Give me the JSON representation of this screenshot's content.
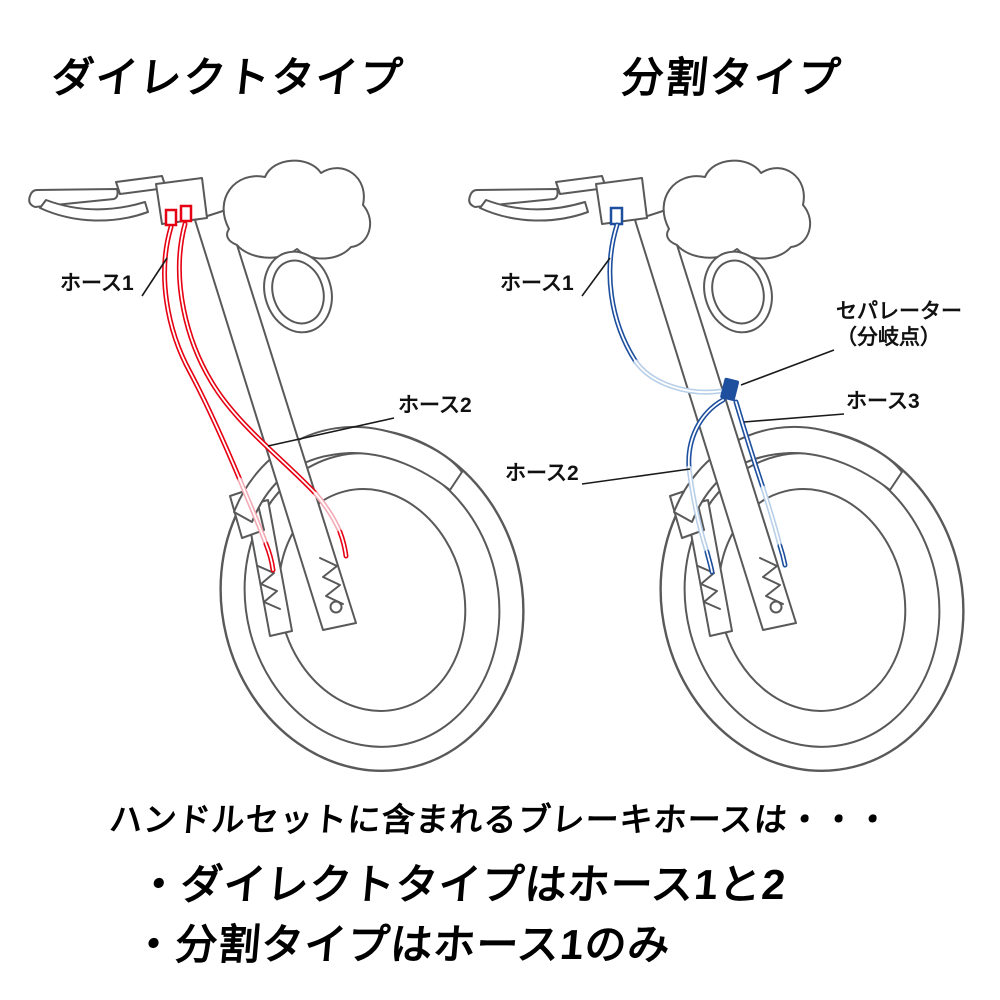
{
  "titles": {
    "direct": "ダイレクトタイプ",
    "split": "分割タイプ"
  },
  "diagram_direct": {
    "labels": {
      "hose1": "ホース1",
      "hose2": "ホース2"
    }
  },
  "diagram_split": {
    "labels": {
      "hose1": "ホース1",
      "hose2": "ホース2",
      "hose3": "ホース3",
      "separator_line1": "セパレーター",
      "separator_line2": "（分岐点）"
    }
  },
  "footer": {
    "intro": "ハンドルセットに含まれるブレーキホースは・・・",
    "bullets": [
      "・ダイレクトタイプはホース1と2",
      "・分割タイプはホース1のみ"
    ]
  },
  "colors": {
    "hose_red": "#e60012",
    "hose_red_pale": "#f4aab4",
    "hose_blue": "#1d4f9e",
    "hose_blue_pale": "#b8cfe8",
    "artwork_line": "#595959",
    "label_line": "#1a1a1a"
  }
}
